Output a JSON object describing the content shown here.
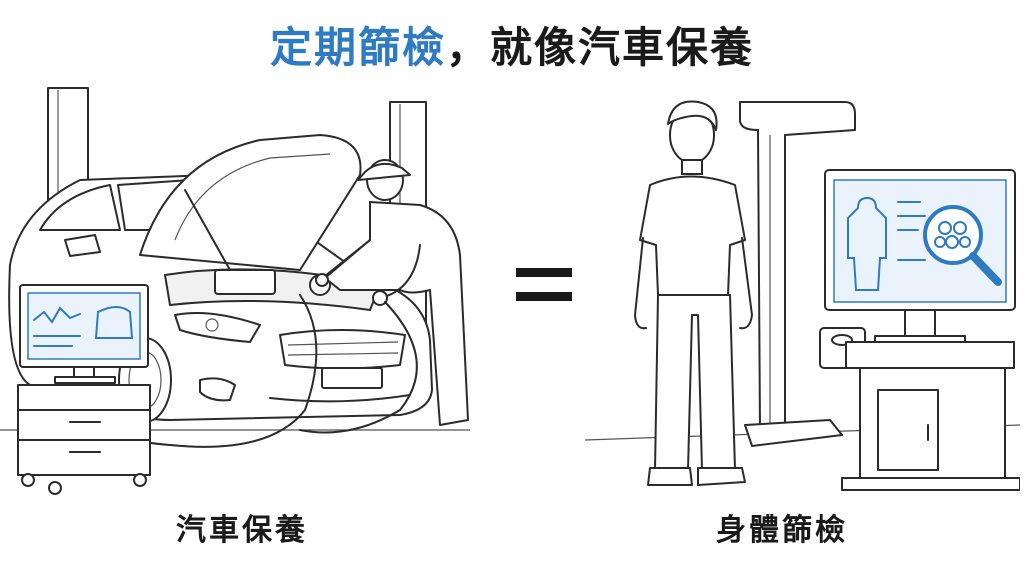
{
  "title": {
    "highlight": "定期篩檢",
    "separator": "，",
    "rest": "就像汽車保養"
  },
  "captions": {
    "left": "汽車保養",
    "right": "身體篩檢"
  },
  "equals_symbol": "=",
  "colors": {
    "accent": "#2e7bc4",
    "text": "#1a1a1a",
    "line": "#2b2b2b"
  },
  "icons": [
    "car-icon",
    "mechanic-icon",
    "diagnostic-monitor-icon",
    "person-icon",
    "body-scanner-icon",
    "magnifier-icon"
  ]
}
